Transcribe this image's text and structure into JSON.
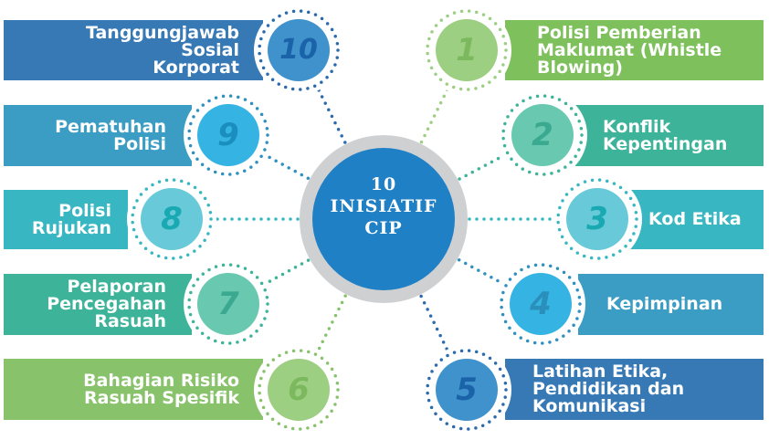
{
  "center": {
    "lines": [
      "10",
      "INISIATIF",
      "CIP"
    ]
  },
  "colors": {
    "center_fill": "#2080c5",
    "center_ring": "#cfd0d2"
  },
  "items": [
    {
      "number": "1",
      "lines": [
        "Polisi Pemberian",
        "Maklumat (Whistle",
        "Blowing)"
      ],
      "bar": "#7dc05c",
      "circle": "#9ccf81",
      "digit": "#7cb95e",
      "dots": "#9ccf81"
    },
    {
      "number": "2",
      "lines": [
        "Konflik",
        "Kepentingan"
      ],
      "bar": "#3db39a",
      "circle": "#68c8b0",
      "digit": "#3aa98f",
      "dots": "#3db39a"
    },
    {
      "number": "3",
      "lines": [
        "Kod Etika"
      ],
      "bar": "#38b7c2",
      "circle": "#68c9d8",
      "digit": "#19a9b3",
      "dots": "#38b7c2"
    },
    {
      "number": "4",
      "lines": [
        "Kepimpinan"
      ],
      "bar": "#3c9dc4",
      "circle": "#35b4e3",
      "digit": "#2a8fba",
      "dots": "#2f8fc0"
    },
    {
      "number": "5",
      "lines": [
        "Latihan Etika,",
        "Pendidikan dan",
        "Komunikasi"
      ],
      "bar": "#3779b5",
      "circle": "#4092cc",
      "digit": "#1a63a8",
      "dots": "#2a6aad"
    },
    {
      "number": "6",
      "lines": [
        "Bahagian Risiko",
        "Rasuah Spesifik"
      ],
      "bar": "#88c26b",
      "circle": "#9ccf81",
      "digit": "#7cb95e",
      "dots": "#88c26b"
    },
    {
      "number": "7",
      "lines": [
        "Pelaporan",
        "Pencegahan",
        "Rasuah"
      ],
      "bar": "#3db39a",
      "circle": "#68c8b0",
      "digit": "#3aa98f",
      "dots": "#3db39a"
    },
    {
      "number": "8",
      "lines": [
        "Polisi",
        "Rujukan"
      ],
      "bar": "#38b7c2",
      "circle": "#68c9d8",
      "digit": "#19a9b3",
      "dots": "#38b7c2"
    },
    {
      "number": "9",
      "lines": [
        "Pematuhan",
        "Polisi"
      ],
      "bar": "#3c9dc4",
      "circle": "#35b4e3",
      "digit": "#1a8fbf",
      "dots": "#2f8fc0"
    },
    {
      "number": "10",
      "lines": [
        "Tanggungjawab",
        "Sosial",
        "Korporat"
      ],
      "bar": "#3779b5",
      "circle": "#4092cc",
      "digit": "#1a63a8",
      "dots": "#2a6aad"
    }
  ]
}
